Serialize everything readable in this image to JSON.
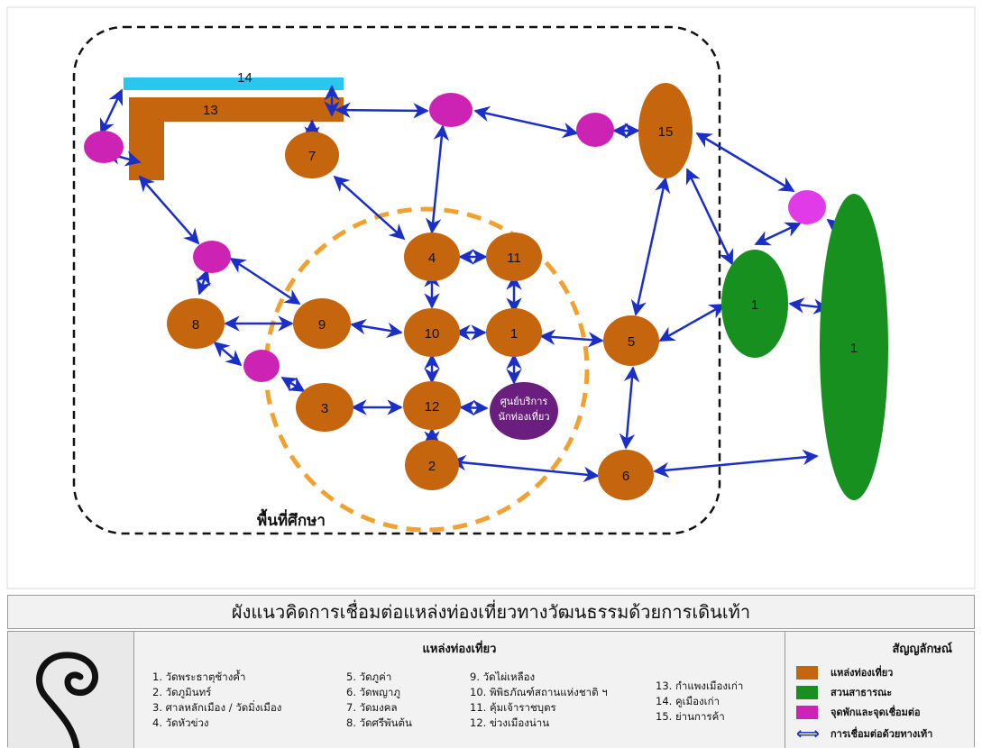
{
  "diagram": {
    "area_label": "พื้นที่ศึกษา",
    "bar_labels": {
      "bar14": "14",
      "bar13": "13"
    },
    "nodes": {
      "n7": "7",
      "n15": "15",
      "n4": "4",
      "n11": "11",
      "n8": "8",
      "n9": "9",
      "n10": "10",
      "n1": "1",
      "n5": "5",
      "n3": "3",
      "n12": "12",
      "n2": "2",
      "n6": "6",
      "green_small": "1",
      "green_large": "1",
      "center_line1": "ศูนย์บริการ",
      "center_line2": "นักท่องเที่ยว"
    },
    "colors": {
      "attraction": "#c5650d",
      "park": "#17901f",
      "node_point": "#cc23b5",
      "connector": "#e13ae8",
      "arrow": "#1b2fc6",
      "center": "#6a1e7e",
      "bar14": "#29c6ee",
      "core_circle": "#f0a130"
    }
  },
  "title": "ผังแนวคิดการเชื่อมต่อแหล่งท่องเที่ยวทางวัฒนธรรมด้วยการเดินเท้า",
  "legend": {
    "sites_title": "แหล่งท่องเที่ยว",
    "col1": [
      "1. วัดพระธาตุช้างค้ำ",
      "2. วัดภูมินทร์",
      "3. ศาลหลักเมือง / วัดมิ่งเมือง",
      "4. วัดหัวข่วง"
    ],
    "col2": [
      "5. วัดภูค่า",
      "6. วัดพญาภู",
      "7. วัดมงคล",
      "8. วัดศรีพันต้น"
    ],
    "col3": [
      "9. วัดไผ่เหลือง",
      "10. พิพิธภัณฑ์สถานแห่งชาติ ฯ",
      "11. คุ้มเจ้าราชบุตร",
      "12. ข่วงเมืองน่าน"
    ],
    "col4": [
      "13. กำแพงเมืองเก่า",
      "14. คูเมืองเก่า",
      "15. ย่านการค้า"
    ],
    "symbols_title": "สัญญลักษณ์",
    "symbols": [
      {
        "label": "แหล่งท่องเที่ยว",
        "color": "#c5650d"
      },
      {
        "label": "สวนสาธารณะ",
        "color": "#17901f"
      },
      {
        "label": "จุดพักและจุดเชื่อมต่อ",
        "color": "#cc23b5"
      },
      {
        "label": "การเชื่อมต่อด้วยทางเท้า",
        "icon": "double-arrow-icon"
      }
    ]
  }
}
